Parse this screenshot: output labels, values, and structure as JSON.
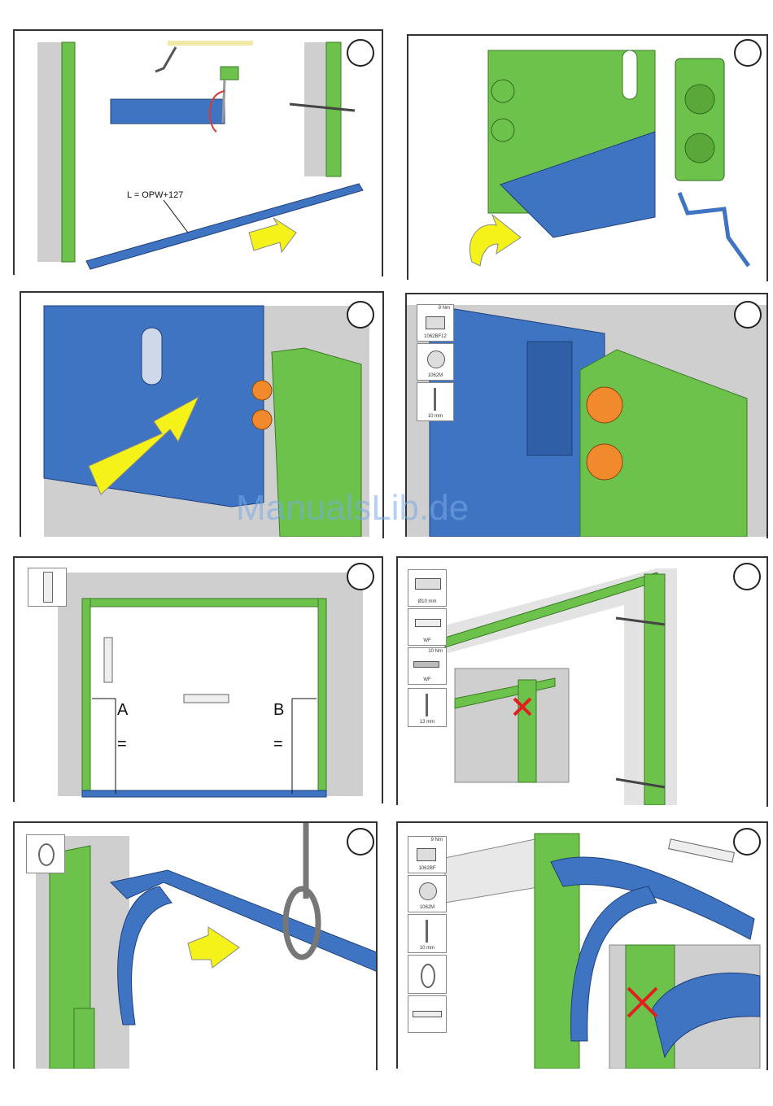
{
  "watermark": "ManualsLib.de",
  "panel1": {
    "length_label": "L = OPW+127"
  },
  "panel4": {
    "icons": [
      {
        "name": "hex-bolt-icon",
        "caption": "1062BF12",
        "torque": "9 Nm"
      },
      {
        "name": "hex-nut-icon",
        "caption": "1062M"
      },
      {
        "name": "wrench-icon",
        "caption": "10 mm"
      }
    ]
  },
  "panel5": {
    "label_a": "A",
    "label_b": "B",
    "equal_a": "=",
    "equal_b": "="
  },
  "panel6": {
    "icons": [
      {
        "name": "drill-icon",
        "caption": "Ø10 mm"
      },
      {
        "name": "wall-plug-icon",
        "caption": "WF"
      },
      {
        "name": "screw-icon",
        "caption": "WF",
        "torque": "10 Nm"
      },
      {
        "name": "wrench-icon",
        "caption": "13 mm"
      }
    ]
  },
  "panel8": {
    "icons": [
      {
        "name": "hex-bolt-icon",
        "caption": "1062BF",
        "torque": "9 Nm"
      },
      {
        "name": "hex-nut-icon",
        "caption": "1062M"
      },
      {
        "name": "wrench-icon",
        "caption": "10 mm"
      },
      {
        "name": "rope-loop-icon",
        "caption": ""
      },
      {
        "name": "level-icon",
        "caption": ""
      }
    ]
  },
  "colors": {
    "green": "#6dc24b",
    "blue": "#3f74c2",
    "orange": "#f08a2c",
    "yellow": "#f5f21a",
    "grey": "#cfcfcf",
    "red": "#e02020"
  }
}
